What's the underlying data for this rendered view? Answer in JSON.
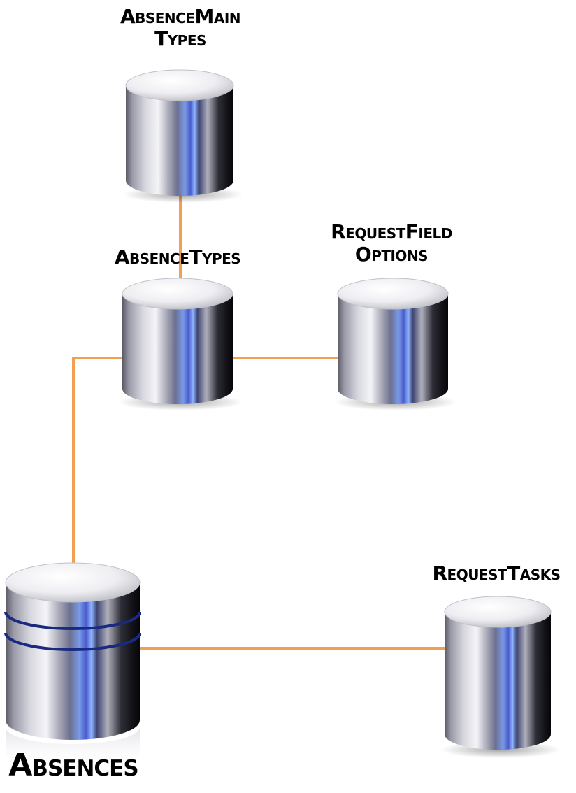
{
  "diagram": {
    "connector_color": "#f0a050",
    "nodes": {
      "absence_main_types": {
        "line1": "AbsenceMain",
        "line2": "Types"
      },
      "absence_types": {
        "line1": "AbsenceTypes"
      },
      "request_field_options": {
        "line1": "RequestField",
        "line2": "Options"
      },
      "absences": {
        "line1": "Absences"
      },
      "request_tasks": {
        "line1": "RequestTasks"
      }
    }
  }
}
